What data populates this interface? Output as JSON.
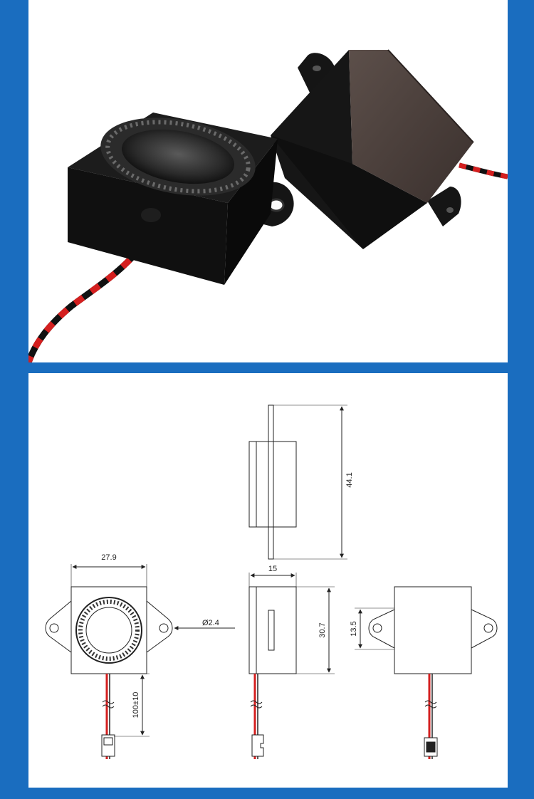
{
  "colors": {
    "frame": "#1a6dbf",
    "panel": "#ffffff",
    "speaker_body": "#111111",
    "lid": "#4a3f3b",
    "wire_red": "#d41f1f",
    "wire_black": "#111111",
    "line": "#222222"
  },
  "drawing": {
    "dimensions": {
      "width": "27.9",
      "hole": "Ø2.4",
      "depth": "15",
      "height": "30.7",
      "length": "44.1",
      "hole_spacing": "13.5",
      "cable": "100±10"
    }
  }
}
